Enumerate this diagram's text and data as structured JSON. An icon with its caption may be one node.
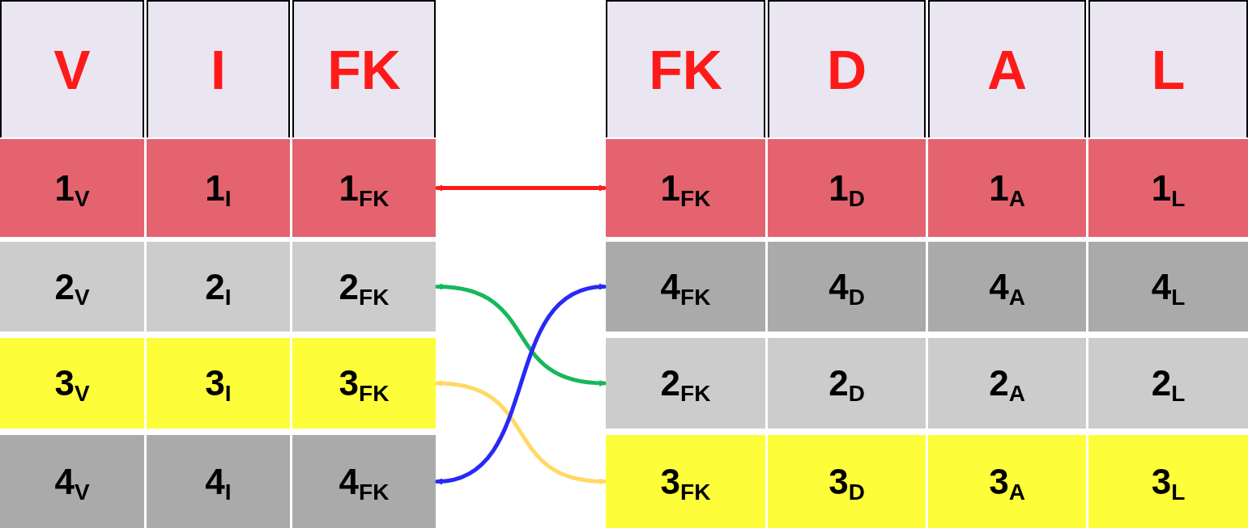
{
  "diagram": {
    "nodes": [
      {
        "text": [
          "V"
        ]
      },
      {
        "text": [
          "I"
        ]
      },
      {
        "text": [
          "FK"
        ]
      },
      {
        "text": [
          "1$_{V}$"
        ]
      },
      {
        "text": [
          "1$_{I}$"
        ]
      },
      {
        "text": [
          "1$_{FK}$"
        ]
      },
      {
        "text": [
          "2$_{V}$"
        ]
      },
      {
        "text": [
          "2$_{I}$"
        ]
      },
      {
        "text": [
          "2$_{FK}$"
        ]
      },
      {
        "text": [
          "3$_{V}$"
        ]
      },
      {
        "text": [
          "3$_{I}$"
        ]
      },
      {
        "text": [
          "3$_{FK}$"
        ]
      },
      {
        "text": [
          "4$_{V}$"
        ]
      },
      {
        "text": [
          "4$_{I}$"
        ]
      },
      {
        "text": [
          "4$_{FK}$"
        ]
      },
      {
        "text": [
          "FK"
        ]
      },
      {
        "text": [
          "D"
        ]
      },
      {
        "text": [
          "A"
        ]
      },
      {
        "text": [
          "L"
        ]
      },
      {
        "text": [
          "1$_{FK}$"
        ]
      },
      {
        "text": [
          "1$_{D}$"
        ]
      },
      {
        "text": [
          "1$_{A}$"
        ]
      },
      {
        "text": [
          "1$_{L}$"
        ]
      },
      {
        "text": [
          "4$_{FK}$"
        ]
      },
      {
        "text": [
          "4$_{D}$"
        ]
      },
      {
        "text": [
          "4$_{A}$"
        ]
      },
      {
        "text": [
          "4$_{L}$"
        ]
      },
      {
        "text": [
          "2$_{FK}$"
        ]
      },
      {
        "text": [
          "2$_{D}$"
        ]
      },
      {
        "text": [
          "2$_{A}$"
        ]
      },
      {
        "text": [
          "2$_{L}$"
        ]
      },
      {
        "text": [
          "3$_{FK}$"
        ]
      },
      {
        "text": [
          "3$_{D}$"
        ]
      },
      {
        "text": [
          "3$_{A}$"
        ]
      },
      {
        "text": [
          "3$_{L}$"
        ]
      }
    ],
    "edges": [
      {
        "from": 5,
        "to": 19,
        "arrow": "both",
        "color": "#ff1a1a"
      },
      {
        "from": 8,
        "to": 27,
        "arrow": "both",
        "color": "#16b85a"
      },
      {
        "from": 11,
        "to": 31,
        "arrow": "both",
        "color": "#ffd966"
      },
      {
        "from": 14,
        "to": 23,
        "arrow": "both",
        "color": "#2929f5"
      }
    ]
  }
}
